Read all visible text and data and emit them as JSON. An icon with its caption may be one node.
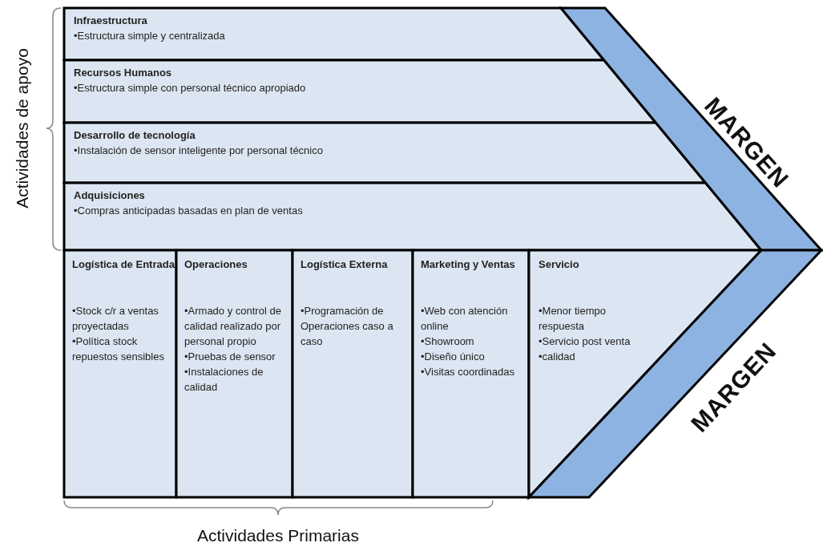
{
  "diagram": {
    "nodes": [
      {
        "text": [
          "Infraestructura",
          "•Estructura simple y centralizada"
        ]
      },
      {
        "text": [
          "Recursos Humanos",
          "•Estructura simple con personal técnico apropiado"
        ]
      },
      {
        "text": [
          "Desarrollo de tecnología",
          "•Instalación de sensor inteligente por personal técnico"
        ]
      },
      {
        "text": [
          "Adquisiciones",
          "•Compras anticipadas  basadas en plan de ventas"
        ]
      },
      {
        "text": [
          "Logística de Entrada",
          "•Stock c/r a ventas proyectadas",
          "•Política stock repuestos sensibles"
        ]
      },
      {
        "text": [
          "Operaciones",
          "•Armado y control de calidad realizado por personal propio",
          "•Pruebas de sensor",
          "•Instalaciones de calidad"
        ]
      },
      {
        "text": [
          "Logística Externa",
          "•Programación de Operaciones caso a caso"
        ]
      },
      {
        "text": [
          "Marketing y Ventas",
          "•Web con atención online",
          "•Showroom",
          "•Diseño único",
          "•Visitas coordinadas"
        ]
      },
      {
        "text": [
          "Servicio",
          "•Menor tiempo respuesta",
          "•Servicio post venta",
          "•calidad"
        ]
      },
      {
        "text": [
          "MARGEN"
        ]
      },
      {
        "text": [
          "MARGEN"
        ]
      }
    ],
    "labels": [
      "Actividades de apoyo",
      "Actividades Primarias"
    ]
  }
}
